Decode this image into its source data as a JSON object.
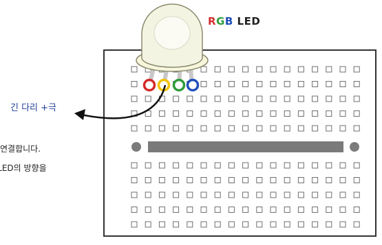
{
  "diagram": {
    "led_label": {
      "r": "R",
      "g": "G",
      "b": "B",
      "rest": " LED"
    },
    "callout_text": "긴 다리 +극",
    "description": [
      "연결합니다.",
      "- LED의 방향을"
    ],
    "lead_colors": [
      "#d62828",
      "#f2c200",
      "#2e9c3a",
      "#1f4fb8"
    ],
    "breadboard": {
      "upper_rows": 5,
      "lower_rows": 5,
      "columns": 17
    }
  }
}
